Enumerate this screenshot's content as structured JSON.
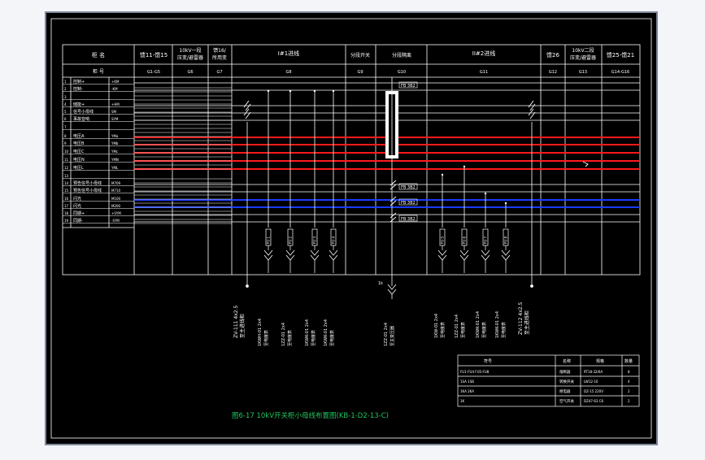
{
  "header": {
    "row1": {
      "c1": "柜 名",
      "c2": "馈11-馈15",
      "c3a": "10kV一段",
      "c3b": "压变/避雷器",
      "c4a": "馈16/",
      "c4b": "所用变",
      "c5": "I#1进线",
      "c6": "分段开关",
      "c7": "分段隔离",
      "c8": "II#2进线",
      "c9": "馈26",
      "c10a": "10kV二段",
      "c10b": "压变/避雷器",
      "c11": "馈25-馈21"
    },
    "row2": {
      "c1": "柜 号",
      "c2": "G1-G5",
      "c3": "G6",
      "c4": "G7",
      "c5": "G8",
      "c6": "G9",
      "c7": "G10",
      "c8": "G11",
      "c9": "G12",
      "c10": "G13",
      "c11": "G14-G16"
    }
  },
  "buses": [
    {
      "num": "1",
      "name": "控制+",
      "code": "+KM"
    },
    {
      "num": "2",
      "name": "控制-",
      "code": "-KM"
    },
    {
      "num": "3",
      "name": "",
      "code": ""
    },
    {
      "num": "4",
      "name": "储能+",
      "code": "+HM"
    },
    {
      "num": "5",
      "name": "信号小母线",
      "code": "SM"
    },
    {
      "num": "6",
      "name": "事故音响",
      "code": "SYM"
    },
    {
      "num": "7",
      "name": "",
      "code": ""
    },
    {
      "num": "8",
      "name": "电压A",
      "code": "YMa"
    },
    {
      "num": "9",
      "name": "电压B",
      "code": "YMb"
    },
    {
      "num": "10",
      "name": "电压C",
      "code": "YMc"
    },
    {
      "num": "11",
      "name": "电压N",
      "code": "YMN"
    },
    {
      "num": "12",
      "name": "电压L",
      "code": "YML"
    },
    {
      "num": "13",
      "name": "",
      "code": ""
    },
    {
      "num": "14",
      "name": "预告信号小母线",
      "code": "M709"
    },
    {
      "num": "15",
      "name": "预告信号小母线",
      "code": "M710"
    },
    {
      "num": "16",
      "name": "闪光",
      "code": "M100"
    },
    {
      "num": "17",
      "name": "闪光",
      "code": "M200"
    },
    {
      "num": "18",
      "name": "同期+",
      "code": "+SYM"
    },
    {
      "num": "19",
      "name": "同期-",
      "code": "-SYM"
    }
  ],
  "breaker_labels": [
    "FB 3B2",
    "FB 3B2",
    "FB 3B2",
    "FB 3B2"
  ],
  "fuse_labels": [
    "FU 1",
    "FU 2",
    "FU 3",
    "FU 4",
    "FU 5",
    "FU 6",
    "FU 7",
    "FU 8"
  ],
  "vertical_texts": {
    "left_incoming": "ZV-111 4x2.5",
    "left_incoming2": "至主进线柜",
    "left_1": "1KWH-01 2x4",
    "left_1b": "至电度表",
    "left_2": "1ZZ-01 2x4",
    "left_2b": "至电度表",
    "left_3": "1KWK-01 2x4",
    "left_3b": "至电度表",
    "left_4": "1KWK-01 2x4",
    "left_4b": "至电度表",
    "center_1": "1ZZ-01 2x4",
    "center_1b": "至主变压器",
    "right_1": "1KW-01 2x4",
    "right_1b": "至电度表",
    "right_2": "1ZZ-01 2x4",
    "right_2b": "至电度表",
    "right_3": "1KWK-01 2x4",
    "right_3b": "至电度表",
    "right_4": "1KWK-01 2x4",
    "right_4b": "至电度表",
    "right_incoming": "ZV-112 4x2.5",
    "right_incoming2": "至主进线柜"
  },
  "small_label": "1k",
  "legend": {
    "headers": [
      "符号",
      "名称",
      "规格",
      "数量"
    ],
    "rows": [
      {
        "sym": "FU1-FU4 FU5-FU8",
        "name": "熔断器",
        "spec": "RT18-32/6A",
        "qty": "8"
      },
      {
        "sym": "1SA 1SB",
        "name": "转换开关",
        "spec": "LW12-16",
        "qty": "4"
      },
      {
        "sym": "1KA 2KA",
        "name": "继电器",
        "spec": "DZ-15 220V",
        "qty": "2"
      },
      {
        "sym": "1K",
        "name": "空气开关",
        "spec": "DZ47-63 C6",
        "qty": "2"
      }
    ]
  },
  "caption": "图6-17  10kV开关柜小母线布置图(KB-1-D2-13-C)",
  "colors": {
    "outer_border": "#8a93a6",
    "paper": "#000000",
    "line": "#ffffff",
    "red_bus": "#ff1a1a",
    "blue_bus": "#1a3cff",
    "caption": "#22c55e"
  }
}
